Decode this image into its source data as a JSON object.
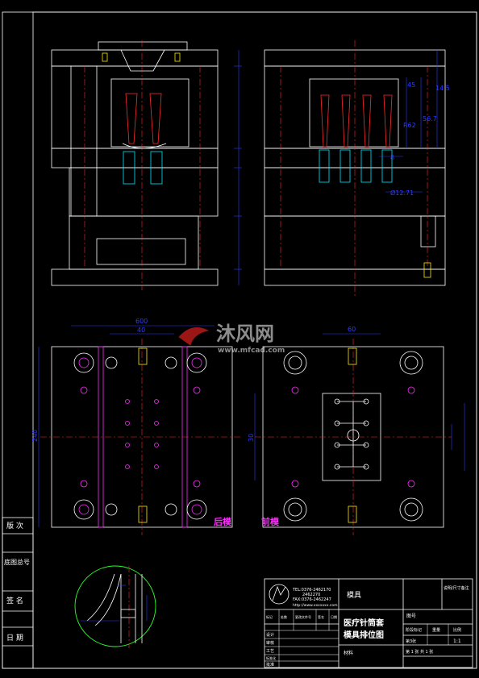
{
  "title_block": {
    "company_line1": "TEL:0376-2462170",
    "company_line2": "2462270",
    "company_line3": "FAX:0376-2462247",
    "company_line4": "http://www.xxxxxxx.com",
    "designer_label": "模具",
    "drawing_name_line1": "医疗针筒套",
    "drawing_name_line2": "模具排位图",
    "drawing_no_label": "图号",
    "material_label": "材料",
    "stage_label": "阶段标记",
    "weight_label": "重量",
    "scale_label": "比例",
    "scale_value": "1:1",
    "sheet_text": "第 1 张  共 1 张",
    "count_text": "第3张",
    "top_right_note": "说明/尺寸备注",
    "rev_row_labels": [
      "标记",
      "处数",
      "更改文件号",
      "签名",
      "日期"
    ],
    "sign_rows": [
      "设计",
      "审核",
      "工艺",
      "标准化",
      "批准"
    ]
  },
  "side_labels": [
    "版 次",
    "底图总号",
    "签 名",
    "日 期"
  ],
  "view_labels": {
    "back": "后模",
    "front": "前模"
  },
  "dimensions": {
    "left_plan_width": "600",
    "left_plan_inner": "40",
    "left_plan_height": "240",
    "right_plan_width": "60",
    "right_plan_height": "30",
    "right_section_a": "45",
    "right_section_b": "14.5",
    "right_section_c": "R62",
    "right_section_d": "Ø12.71",
    "right_section_e": "56.7",
    "right_section_f": "8"
  },
  "watermark": {
    "brand": "沐风网",
    "url": "www.mfcad.com"
  }
}
